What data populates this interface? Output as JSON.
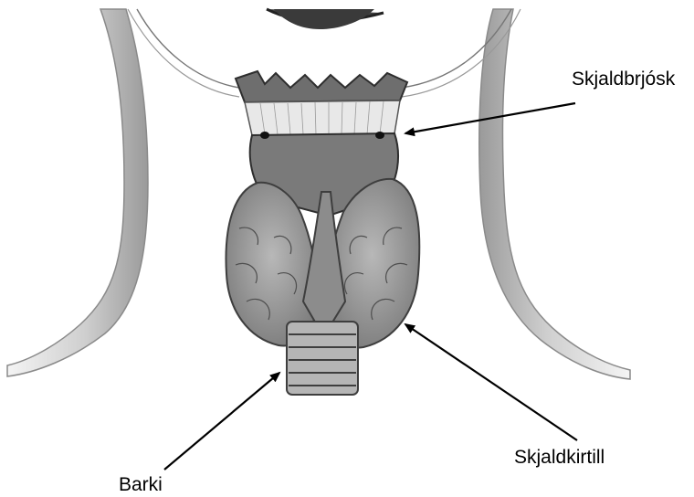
{
  "labels": {
    "thyroid_cartilage": "Skjaldbrjósk",
    "thyroid_gland": "Skjaldkirtill",
    "trachea": "Barki"
  },
  "colors": {
    "neck_fill": "#dcdcdc",
    "neck_outline": "#8a8a8a",
    "gland_fill": "#9a9a9a",
    "gland_outline": "#4a4a4a",
    "cartilage_fill": "#7a7a7a",
    "trachea_fill": "#b5b5b5",
    "arrow": "#000000"
  }
}
